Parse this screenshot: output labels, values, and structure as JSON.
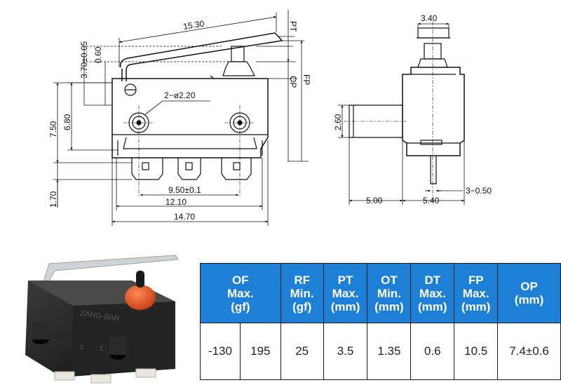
{
  "drawing": {
    "front_view": {
      "lever_length": "15.30",
      "pt_label": "PT",
      "op_label": "OP",
      "fp_label": "FP",
      "lever_height": "3.70±0.05",
      "lever_offset": "0.60",
      "hole_label": "2−ø2.20",
      "height_750": "7.50",
      "height_680": "6.80",
      "terminal_height": "1.70",
      "terminal_pitch": "9.50±0.1",
      "hole_pitch": "12.10",
      "body_length": "14.70"
    },
    "side_view": {
      "plunger_width": "3.40",
      "terminal_width": "2.60",
      "offset_500": "5.00",
      "body_width": "5.40",
      "terminal_thickness": "3−0.50"
    }
  },
  "photo": {
    "brand_text": "ZANG-BAR",
    "terminal_marks": [
      "2",
      "1"
    ],
    "colors": {
      "body": "#1c1c1c",
      "plunger": "#e2541e",
      "lever": "#cfd3d6",
      "terminal": "#e9e6df"
    }
  },
  "spec_table": {
    "header_color": "#1e7fd6",
    "headers": [
      {
        "key": "of",
        "label": "OF\nMax.\n(gf)"
      },
      {
        "key": "rf",
        "label": "RF\nMin.\n(gf)"
      },
      {
        "key": "pt",
        "label": "PT\nMax.\n(mm)"
      },
      {
        "key": "ot",
        "label": "OT\nMin.\n(mm)"
      },
      {
        "key": "dt",
        "label": "DT\nMax.\n(mm)"
      },
      {
        "key": "fp",
        "label": "FP\nMax.\n(mm)"
      },
      {
        "key": "op",
        "label": "OP\n(mm)"
      }
    ],
    "row": [
      "-130",
      "195",
      "25",
      "3.5",
      "1.35",
      "0.6",
      "10.5",
      "7.4±0.6"
    ]
  }
}
